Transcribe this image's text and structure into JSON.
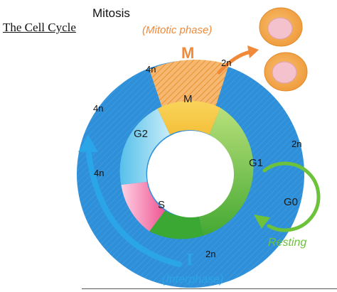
{
  "header": {
    "title": "The Cell Cycle",
    "mitosis": "Mitosis",
    "mitotic_phase": "(Mitotic phase)"
  },
  "phases": {
    "M": "M",
    "G1": "G1",
    "G2": "G2",
    "S": "S",
    "G0": "G0",
    "big_M": "M",
    "big_I": "I"
  },
  "captions": {
    "interphase": "(Interphase)",
    "resting": "Resting"
  },
  "ploidy": {
    "top_left": "4n",
    "top_right": "2n",
    "left_upper": "4n",
    "left_lower": "4n",
    "right": "2n",
    "bottom": "2n"
  },
  "colors": {
    "outer_blue": "#2f8fd8",
    "mitosis_orange": "#f08a3a",
    "m_yellow": "#f6c94a",
    "g1_green": "#8ccc50",
    "g2_blue": "#7fd0ee",
    "s_pink": "#f06aa0",
    "g0_green": "#6cc23a",
    "arrow_blue": "#2aa6e8",
    "cell_orange": "#f5a64a",
    "nucleus_pink": "#f4c2cc"
  }
}
